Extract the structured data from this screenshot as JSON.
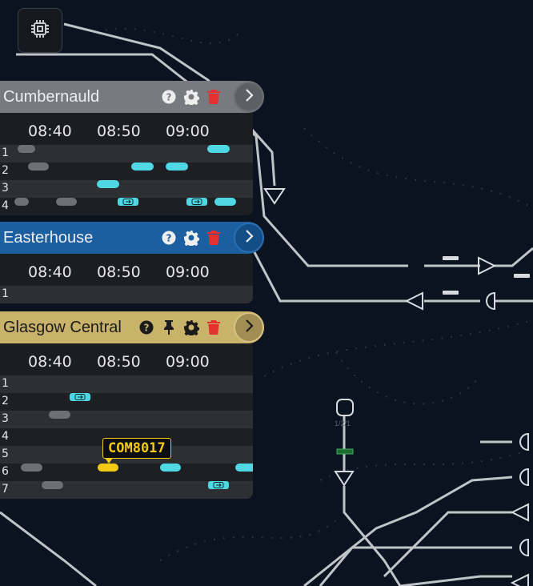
{
  "colors": {
    "cumbernauld_header": "#777a7f",
    "easterhouse_header": "#1b5fa0",
    "glasgow_header": "#c9b26a",
    "track": "#bfc4c9",
    "cyan": "#4fd8e3",
    "yellow": "#f3cb16",
    "now_line": "#c0262a",
    "delete": "#e53030"
  },
  "toolbar": {
    "chip_icon": "cpu-chip-icon"
  },
  "time_headers": [
    "08:40",
    "08:50",
    "09:00"
  ],
  "panels": [
    {
      "title": "Cumbernauld",
      "rows": [
        "1",
        "2",
        "3",
        "4"
      ]
    },
    {
      "title": "Easterhouse",
      "rows": [
        "1"
      ]
    },
    {
      "title": "Glasgow Central",
      "rows": [
        "1",
        "2",
        "3",
        "4",
        "5",
        "6",
        "7"
      ]
    }
  ],
  "tooltip": {
    "train": "COM8017"
  },
  "map": {
    "signal_label": "1/2/1"
  }
}
